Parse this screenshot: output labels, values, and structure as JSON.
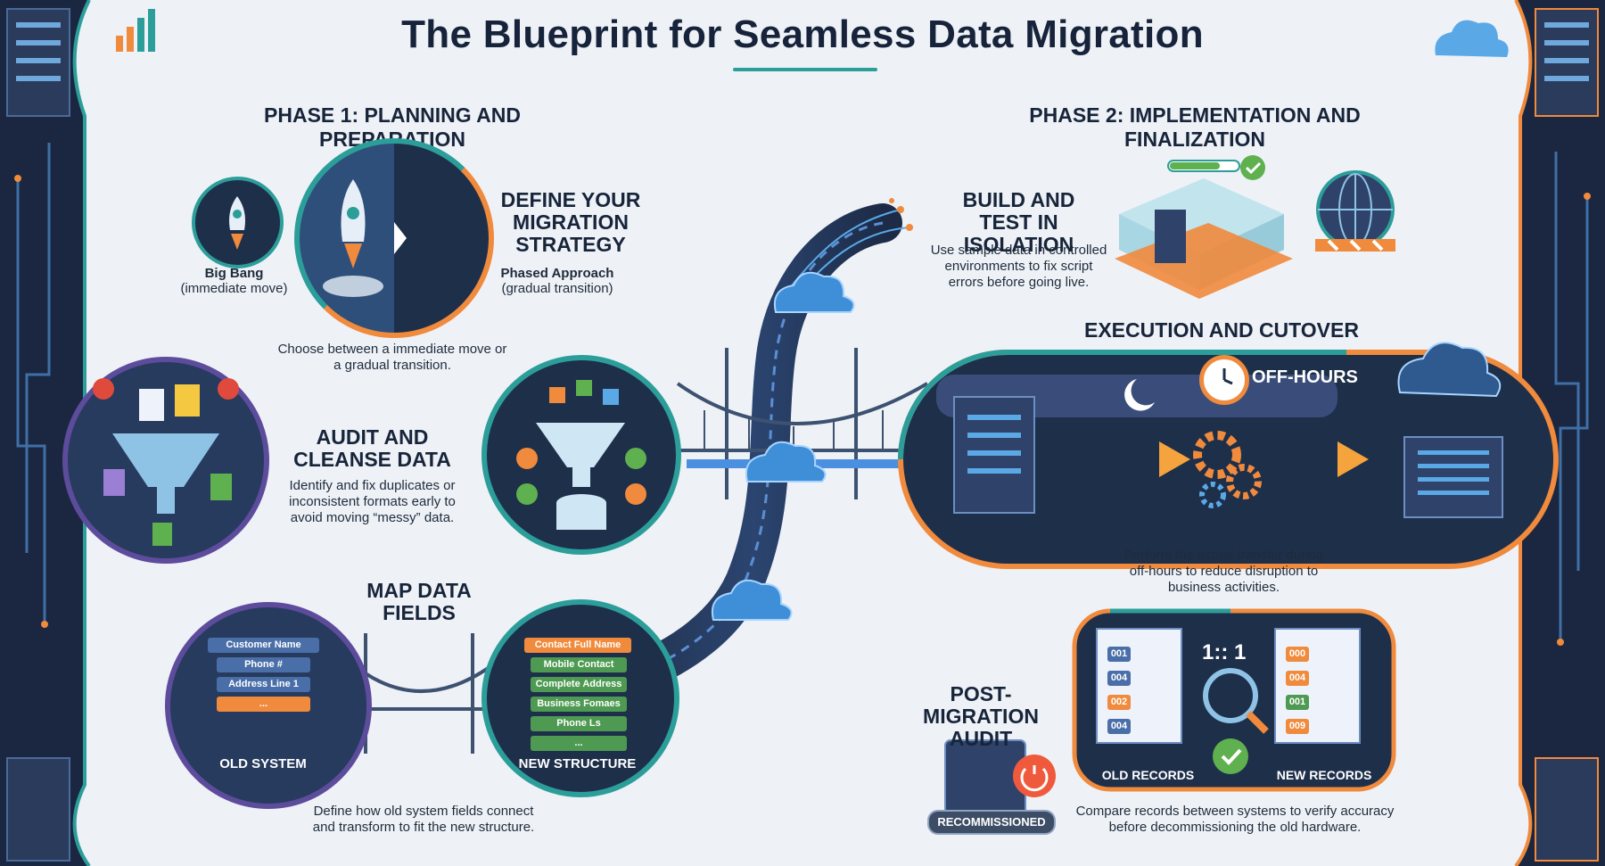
{
  "title": "The Blueprint for Seamless Data Migration",
  "phase1": {
    "title": "PHASE 1: PLANNING AND PREPARATION"
  },
  "phase2": {
    "title": "PHASE 2: IMPLEMENTATION AND FINALIZATION"
  },
  "strategy": {
    "heading": "DEFINE YOUR MIGRATION STRATEGY",
    "big_bang_label": "Big Bang",
    "big_bang_note": "(immediate move)",
    "phased_label": "Phased Approach",
    "phased_note": "(gradual transition)",
    "description": "Choose between a immediate move or a gradual transition."
  },
  "audit": {
    "heading": "AUDIT AND CLEANSE DATA",
    "description": "Identify and fix duplicates or inconsistent formats early to avoid moving “messy” data."
  },
  "mapping": {
    "heading": "MAP DATA FIELDS",
    "old_fields": [
      "Customer Name",
      "Phone #",
      "Address Line 1",
      "..."
    ],
    "new_fields": [
      "Contact Full Name",
      "Mobile Contact",
      "Complete Address",
      "Business Fomaes",
      "Phone Ls",
      "..."
    ],
    "old_label": "OLD SYSTEM",
    "new_label": "NEW STRUCTURE",
    "description": "Define how old system fields connect and transform to fit the new structure."
  },
  "build": {
    "heading": "BUILD AND TEST IN ISOLATION",
    "description": "Use sample data in controlled environments to fix script errors before going live."
  },
  "execution": {
    "heading": "EXECUTION AND CUTOVER",
    "badge": "OFF-HOURS",
    "description": "Perform the actual transfer during off-hours to reduce disruption to business activities."
  },
  "post_audit": {
    "heading": "POST-MIGRATION AUDIT",
    "recommissioned": "RECOMMISSIONED",
    "ratio": "1:: 1",
    "old_records": "OLD RECORDS",
    "new_records": "NEW RECORDS",
    "old_codes": [
      "001",
      "004",
      "002",
      "004"
    ],
    "new_codes": [
      "000",
      "004",
      "001",
      "009"
    ],
    "description": "Compare records between systems to verify accuracy before decommissioning the old hardware."
  },
  "colors": {
    "teal": "#2c9e9a",
    "orange": "#f08a3c",
    "navy": "#1e2f4a",
    "purple": "#5d4b9c",
    "green": "#5fb04f"
  }
}
